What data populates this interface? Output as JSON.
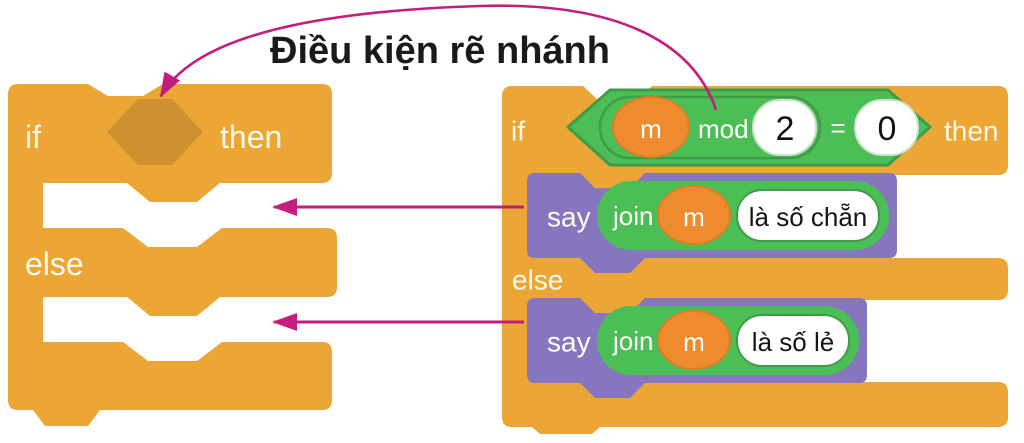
{
  "title": "Điều kiện rẽ nhánh",
  "colors": {
    "block_orange": "#ECA636",
    "condition_slot": "#CE9030",
    "green": "#4CBE56",
    "green_border": "#3E9C47",
    "purple": "#8576BD",
    "variable_orange": "#EE8B2F",
    "variable_border": "#DD7E22",
    "input_white": "#FFFFFF",
    "arrow_magenta": "#C21E7E",
    "title_text": "#1A1A1A"
  },
  "left_block": {
    "if_label": "if",
    "then_label": "then",
    "else_label": "else"
  },
  "right_block": {
    "if_label": "if",
    "then_label": "then",
    "else_label": "else",
    "condition": {
      "variable": "m",
      "mod_label": "mod",
      "divisor": "2",
      "equals_sign": "=",
      "compare_value": "0"
    },
    "then_branch": {
      "say_label": "say",
      "join_label": "join",
      "variable": "m",
      "text_value": "là số chẵn"
    },
    "else_branch": {
      "say_label": "say",
      "join_label": "join",
      "variable": "m",
      "text_value": "là số lẻ"
    }
  }
}
